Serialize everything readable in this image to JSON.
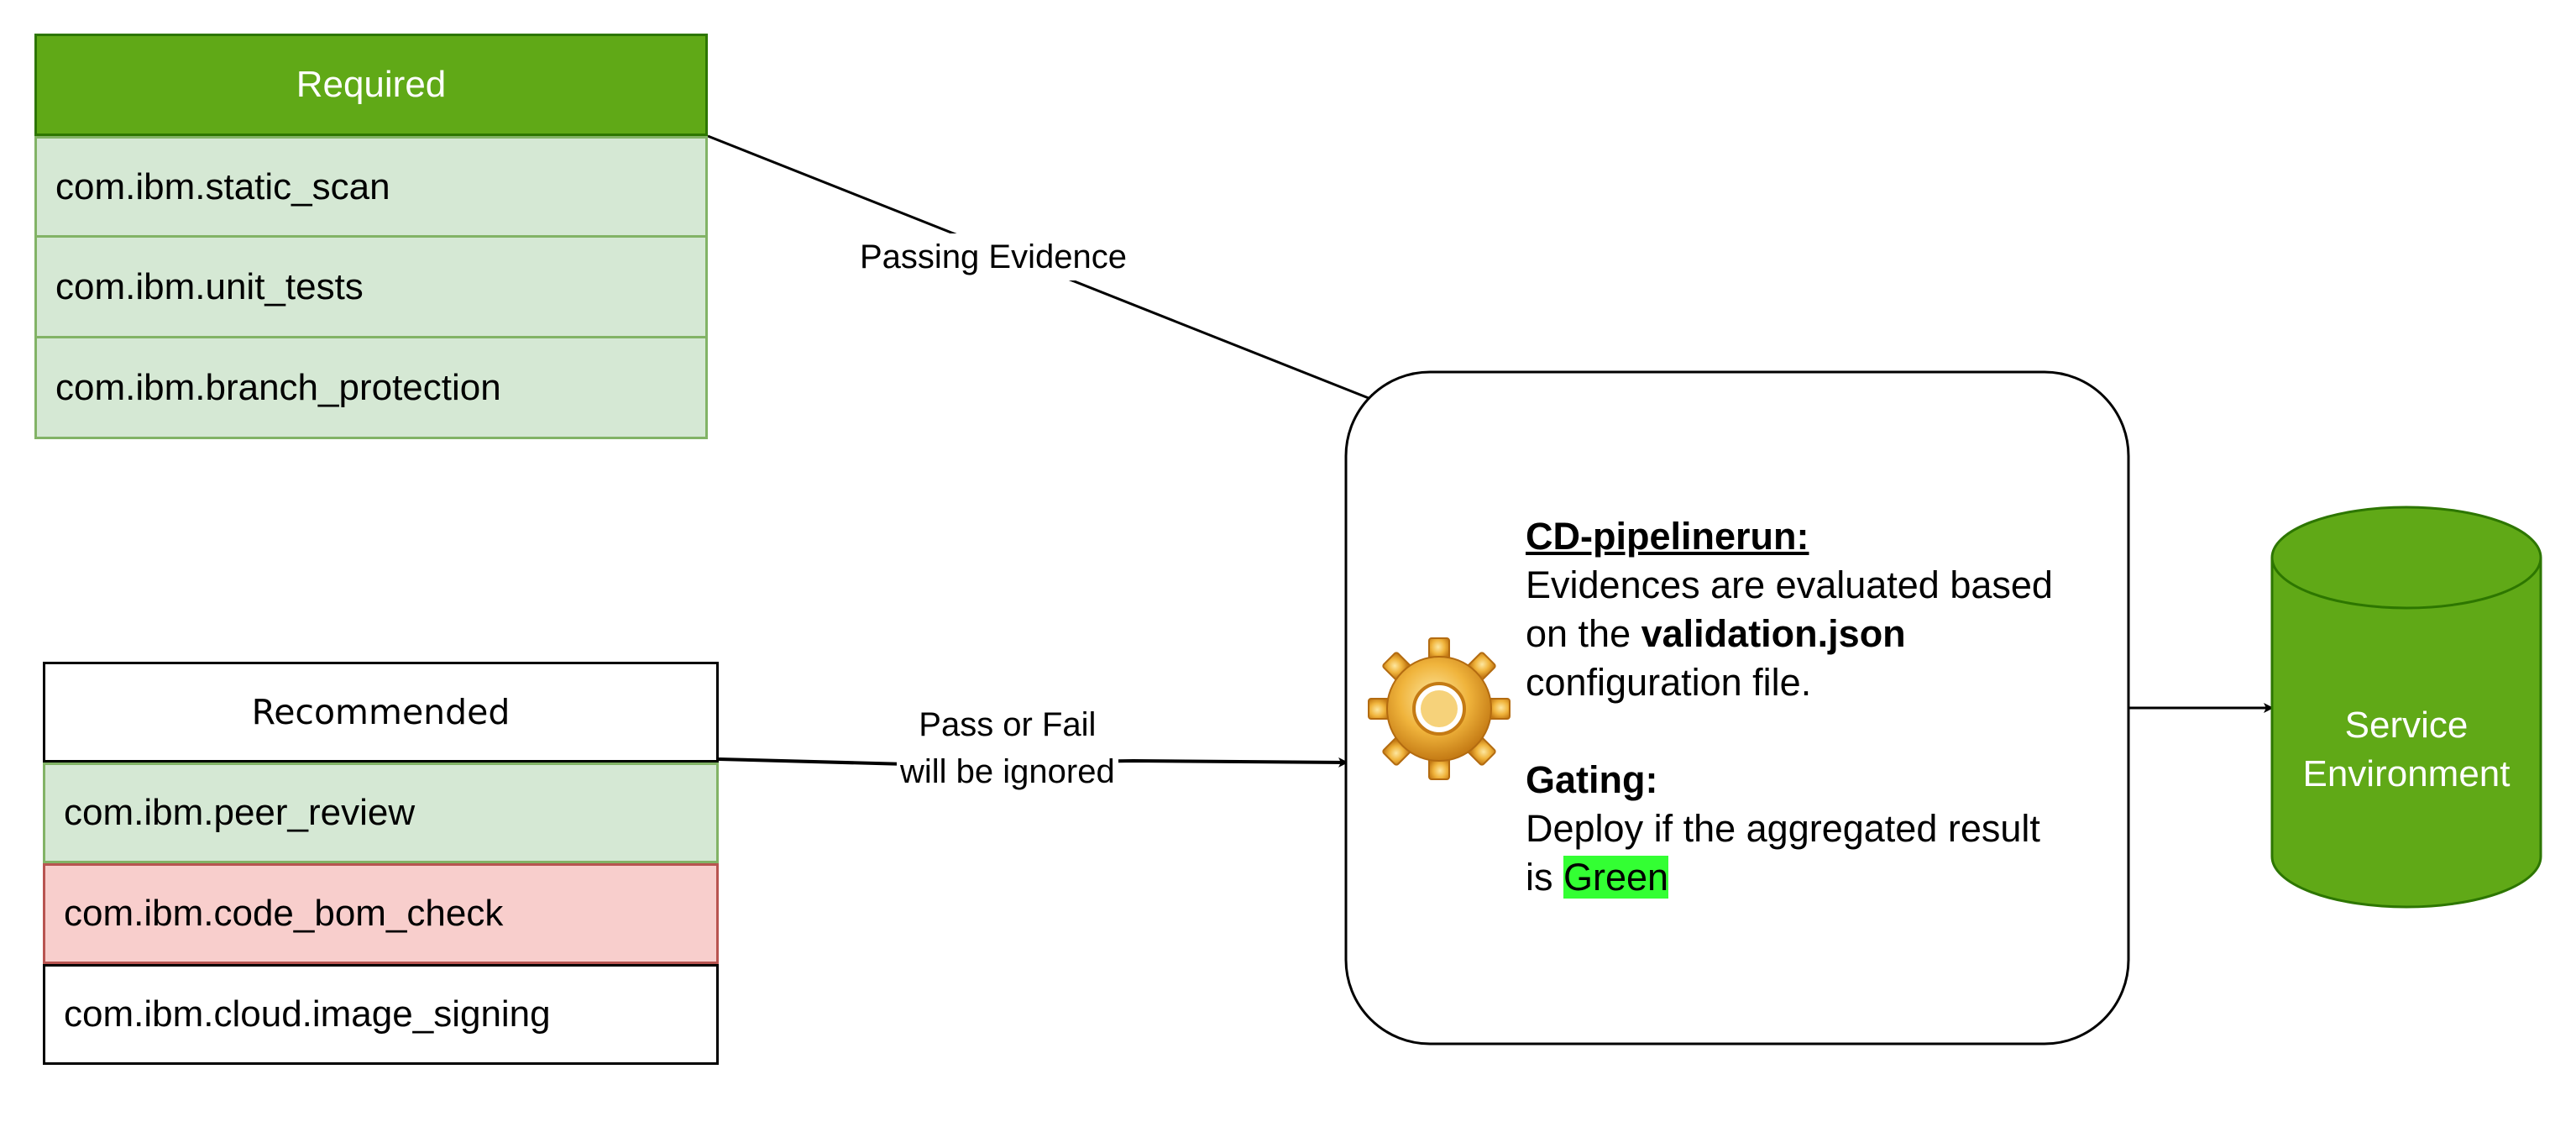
{
  "required_table": {
    "header": "Required",
    "items": [
      "com.ibm.static_scan",
      "com.ibm.unit_tests",
      "com.ibm.branch_protection"
    ]
  },
  "recommended_table": {
    "header": "Recommended",
    "items": [
      "com.ibm.peer_review",
      "com.ibm.code_bom_check",
      "com.ibm.cloud.image_signing"
    ]
  },
  "edges": {
    "passing": "Passing Evidence",
    "ignored_line1": "Pass or Fail",
    "ignored_line2": "will be ignored"
  },
  "pipeline_node": {
    "icon": "gear-icon",
    "title": "CD-pipelinerun:",
    "line1": "Evidences are evaluated based",
    "line2_pre": "on the ",
    "line2_bold": "validation.json",
    "line3": "configuration file.",
    "gating_title": "Gating:",
    "gating_line1": "Deploy if the aggregated result",
    "gating_line2_pre": "is ",
    "gating_highlight": "Green"
  },
  "service": {
    "line1": "Service",
    "line2": "Environment"
  },
  "colors": {
    "required_header": "#60a917",
    "required_border": "#2d7600",
    "pass_fill": "#d5e8d4",
    "pass_border": "#82b366",
    "fail_fill": "#f8cecc",
    "fail_border": "#b85450",
    "service_fill": "#60a917",
    "service_border": "#2d7600",
    "highlight": "#33ff33"
  }
}
